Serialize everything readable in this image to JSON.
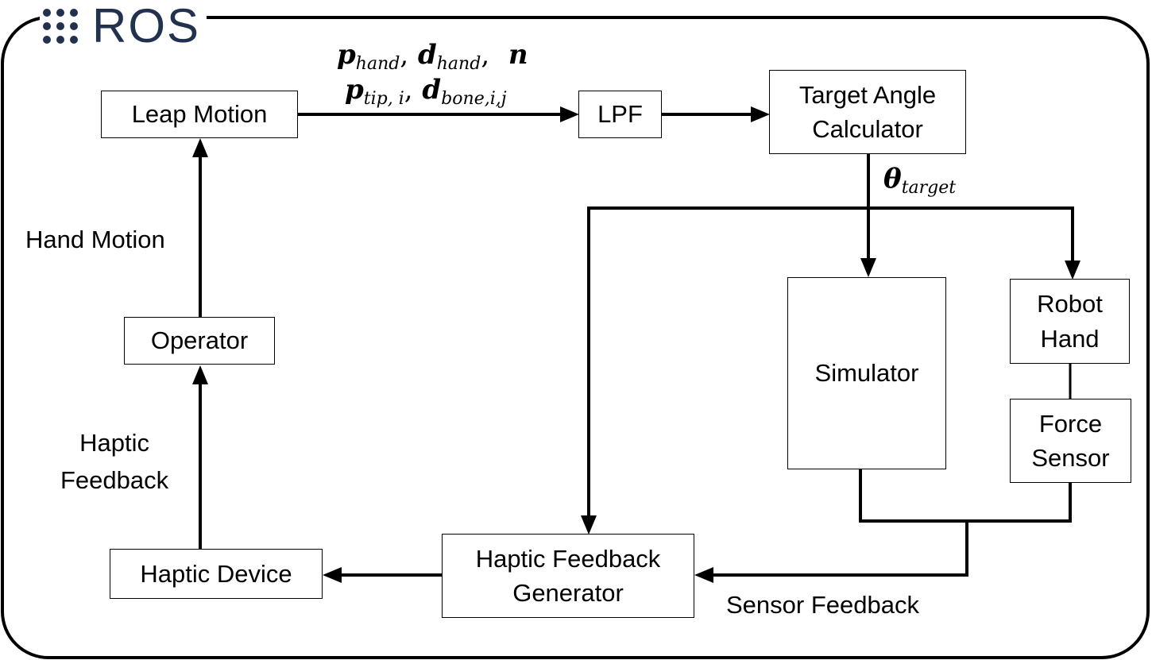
{
  "logo": {
    "text": "ROS",
    "icon": "ros-dots-icon",
    "color": "#22314e"
  },
  "nodes": {
    "leap_motion": "Leap Motion",
    "lpf": "LPF",
    "target_angle_calculator": "Target Angle\nCalculator",
    "simulator": "Simulator",
    "robot_hand": "Robot\nHand",
    "force_sensor": "Force\nSensor",
    "operator": "Operator",
    "haptic_device": "Haptic Device",
    "haptic_feedback_generator": "Haptic Feedback\nGenerator"
  },
  "labels": {
    "hand_motion": "Hand Motion",
    "haptic_feedback": "Haptic\nFeedback",
    "sensor_feedback": "Sensor Feedback"
  },
  "math": {
    "p_hand": "p",
    "p_hand_sub": "hand",
    "d_hand": "d",
    "d_hand_sub": "hand",
    "n": "n",
    "p_tip": "p",
    "p_tip_sub": "tip, i",
    "d_bone": "d",
    "d_bone_sub": "bone,i,j",
    "theta": "θ",
    "theta_sub": "target",
    "comma": ","
  }
}
